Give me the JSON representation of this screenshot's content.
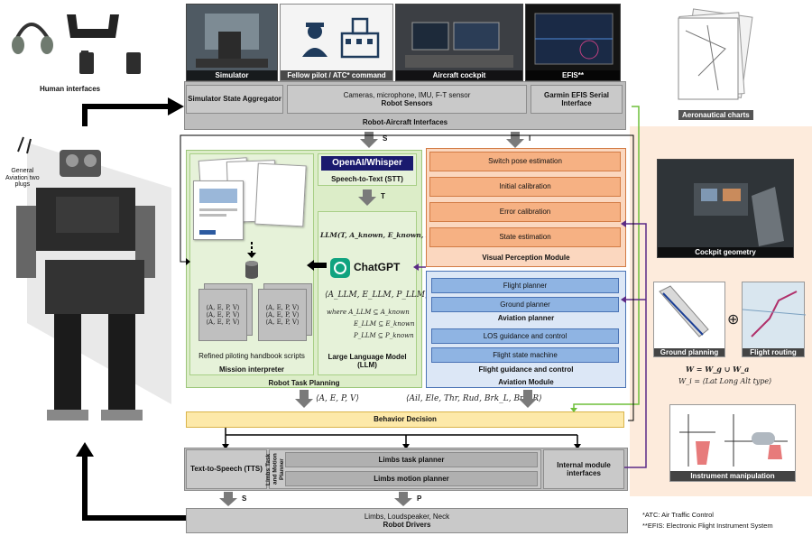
{
  "top_images": {
    "simulator": "Simulator",
    "fellow_pilot": "Fellow pilot / ATC* command",
    "aircraft_cockpit": "Aircraft cockpit",
    "efis": "EFIS**"
  },
  "human_interfaces": "Human interfaces",
  "general_aviation": "General\nAviation two\nplugs",
  "aeronautical_charts": "Aeronautical charts",
  "robot_aircraft": {
    "sim_state": "Simulator State Aggregator",
    "sensors_line": "Cameras, microphone, IMU, F-T sensor",
    "sensors_title": "Robot Sensors",
    "garmin": "Garmin EFIS Serial Interface",
    "title": "Robot-Aircraft Interfaces"
  },
  "arrows": {
    "S": "S",
    "I": "I",
    "T": "T",
    "P": "P",
    "S2": "S"
  },
  "stt": {
    "brand": "OpenAI/Whisper",
    "title": "Speech-to-Text (STT)"
  },
  "llm": {
    "chatgpt": "ChatGPT",
    "title": "Large Language Model (LLM)",
    "expr1": "LLM(T, A_known, E_known, P_known)",
    "expr2": "⟨A_LLM, E_LLM, P_LLM, V⟩",
    "where_line1": "where  A_LLM ⊆ A_known",
    "where_line2": "E_LLM ⊆ E_known",
    "where_line3": "P_LLM ⊆ P_known"
  },
  "mission": {
    "refined": "Refined piloting handbook scripts",
    "title": "Mission interpreter",
    "script_text": "⟨A, E, P, V⟩"
  },
  "robot_task_planning": "Robot Task Planning",
  "visual": {
    "items": [
      "Switch pose estimation",
      "Initial calibration",
      "Error calibration",
      "State estimation"
    ],
    "title": "Visual Perception Module"
  },
  "cockpit_geometry": "Cockpit geometry",
  "aviation": {
    "planner_items": [
      "Flight planner",
      "Ground planner"
    ],
    "planner_title": "Aviation planner",
    "guidance_items": [
      "LOS guidance and control",
      "Flight state machine"
    ],
    "guidance_title": "Flight guidance and control",
    "title": "Aviation Module"
  },
  "ground_planning": "Ground planning",
  "flight_routing": "Flight routing",
  "waypoints": {
    "line1": "W = W_g ∪ W_a",
    "line2": "W_i = ⟨Lat  Long  Alt  type⟩"
  },
  "instrument_manipulation": "Instrument manipulation",
  "outputs": {
    "aepv": "⟨A, E, P, V⟩",
    "controls": "⟨Ail, Ele, Thr, Rud, Brk_L, Brk_R⟩"
  },
  "behavior_decision": "Behavior Decision",
  "tts": "Text-to-Speech (TTS)",
  "limbs_tmp": "Limbs Task and Motion Planner",
  "limbs_task": "Limbs task planner",
  "limbs_motion": "Limbs motion planner",
  "internal": "Internal module interfaces",
  "drivers": {
    "line": "Limbs, Loudspeaker, Neck",
    "title": "Robot Drivers"
  },
  "footnotes": [
    "*ATC: Air Traffic Control",
    "**EFIS: Electronic Flight Instrument System"
  ],
  "colors": {
    "orange": "#f6b183",
    "blue": "#8fb4e3",
    "green": "#dcedc8",
    "yellow": "#fde9a9",
    "purple": "#5b2a86",
    "lime": "#6fbf3a"
  }
}
